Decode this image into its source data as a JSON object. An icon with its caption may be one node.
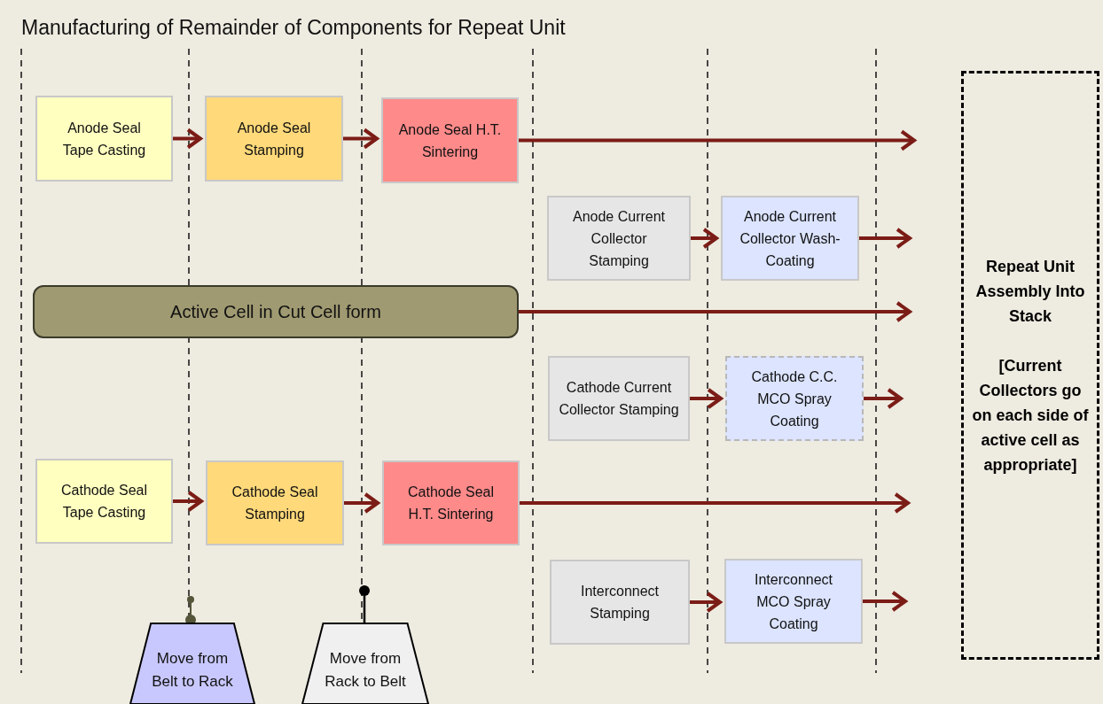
{
  "diagram": {
    "title": "Manufacturing of Remainder of Components for Repeat Unit",
    "nodes": [
      {
        "text": [
          "Anode Seal Tape Casting"
        ]
      },
      {
        "text": [
          "Anode Seal Stamping"
        ]
      },
      {
        "text": [
          "Anode Seal H.T. Sintering"
        ]
      },
      {
        "text": [
          "Anode Current Collector Stamping"
        ]
      },
      {
        "text": [
          "Anode Current Collector Wash-Coating"
        ]
      },
      {
        "text": [
          "Active Cell in Cut Cell form"
        ]
      },
      {
        "text": [
          "Cathode Current Collector Stamping"
        ]
      },
      {
        "text": [
          "Cathode C.C. MCO Spray Coating"
        ]
      },
      {
        "text": [
          "Cathode Seal Tape Casting"
        ]
      },
      {
        "text": [
          "Cathode Seal Stamping"
        ]
      },
      {
        "text": [
          "Cathode Seal H.T. Sintering"
        ]
      },
      {
        "text": [
          "Interconnect Stamping"
        ]
      },
      {
        "text": [
          "Interconnect MCO Spray Coating"
        ]
      },
      {
        "text": [
          "Repeat Unit Assembly Into Stack",
          "[Current Collectors go on each side of active cell as appropriate]"
        ]
      },
      {
        "text": [
          "Move from Belt to Rack"
        ]
      },
      {
        "text": [
          "Move from Rack to Belt"
        ]
      }
    ],
    "edges": [
      {
        "from": 0,
        "to": 1,
        "arrow": "to"
      },
      {
        "from": 1,
        "to": 2,
        "arrow": "to"
      },
      {
        "from": 2,
        "to": null,
        "arrow": "to"
      },
      {
        "from": 3,
        "to": 4,
        "arrow": "to"
      },
      {
        "from": 4,
        "to": null,
        "arrow": "to"
      },
      {
        "from": 5,
        "to": null,
        "arrow": "to"
      },
      {
        "from": 6,
        "to": 7,
        "arrow": "to"
      },
      {
        "from": 7,
        "to": null,
        "arrow": "to"
      },
      {
        "from": 8,
        "to": 9,
        "arrow": "to"
      },
      {
        "from": 9,
        "to": 10,
        "arrow": "to"
      },
      {
        "from": 10,
        "to": null,
        "arrow": "to"
      },
      {
        "from": 11,
        "to": 12,
        "arrow": "to"
      },
      {
        "from": 12,
        "to": null,
        "arrow": "to"
      }
    ]
  }
}
